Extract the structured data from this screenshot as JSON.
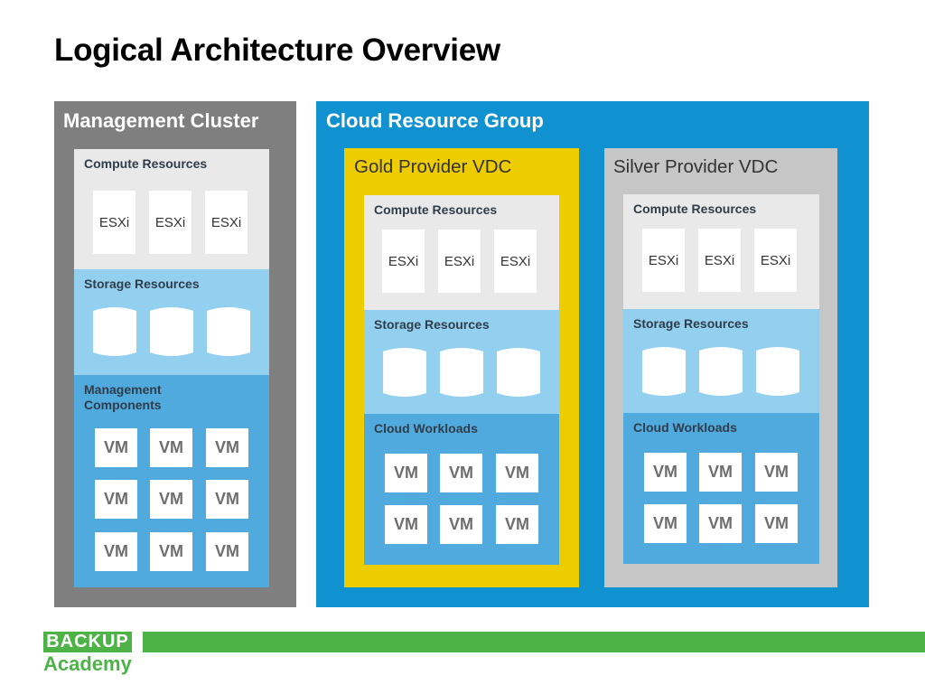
{
  "title": "Logical Architecture Overview",
  "management_cluster": {
    "label": "Management Cluster",
    "compute": {
      "label": "Compute Resources",
      "hosts": [
        "ESXi",
        "ESXi",
        "ESXi"
      ]
    },
    "storage": {
      "label": "Storage Resources",
      "disks": 3
    },
    "components": {
      "label": "Management Components",
      "vms": [
        "VM",
        "VM",
        "VM",
        "VM",
        "VM",
        "VM",
        "VM",
        "VM",
        "VM"
      ]
    }
  },
  "cloud_resource_group": {
    "label": "Cloud Resource Group",
    "gold": {
      "label": "Gold Provider VDC",
      "compute": {
        "label": "Compute Resources",
        "hosts": [
          "ESXi",
          "ESXi",
          "ESXi"
        ]
      },
      "storage": {
        "label": "Storage Resources",
        "disks": 3
      },
      "workloads": {
        "label": "Cloud Workloads",
        "vms": [
          "VM",
          "VM",
          "VM",
          "VM",
          "VM",
          "VM"
        ]
      }
    },
    "silver": {
      "label": "Silver Provider VDC",
      "compute": {
        "label": "Compute Resources",
        "hosts": [
          "ESXi",
          "ESXi",
          "ESXi"
        ]
      },
      "storage": {
        "label": "Storage Resources",
        "disks": 3
      },
      "workloads": {
        "label": "Cloud Workloads",
        "vms": [
          "VM",
          "VM",
          "VM",
          "VM",
          "VM",
          "VM"
        ]
      }
    }
  },
  "logo": {
    "top": "BACKUP",
    "bottom": "Academy"
  },
  "colors": {
    "management": "#7f7f7f",
    "cloud": "#1192d0",
    "gold": "#edcc00",
    "silver": "#c6c6c6",
    "compute": "#e9e9e9",
    "storage": "#93d0ef",
    "workloads": "#51aade",
    "brand_green": "#4eb347"
  }
}
